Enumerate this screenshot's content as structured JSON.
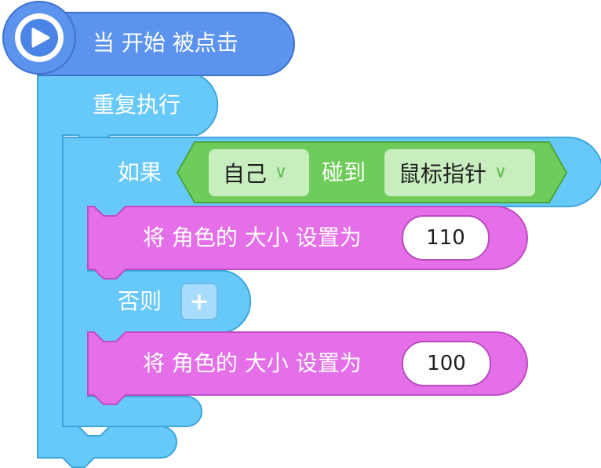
{
  "colors": {
    "event_block": "#5b93ee",
    "control_block": "#67c9fa",
    "condition_block": "#6ecc5a",
    "looks_block": "#e56fe8",
    "input_pill": "#c8eec0",
    "text": "#ffffff"
  },
  "hat_block": {
    "icon": "play-icon",
    "label": "当 开始 被点击"
  },
  "repeat_block": {
    "label": "重复执行"
  },
  "if_block": {
    "label": "如果",
    "condition": {
      "left_option": "自己",
      "operator": "碰到",
      "right_option": "鼠标指针"
    },
    "else_label": "否则",
    "else_add_icon": "plus-icon"
  },
  "then_action": {
    "label": "将 角色的 大小 设置为",
    "value": "110"
  },
  "else_action": {
    "label": "将 角色的 大小 设置为",
    "value": "100"
  }
}
